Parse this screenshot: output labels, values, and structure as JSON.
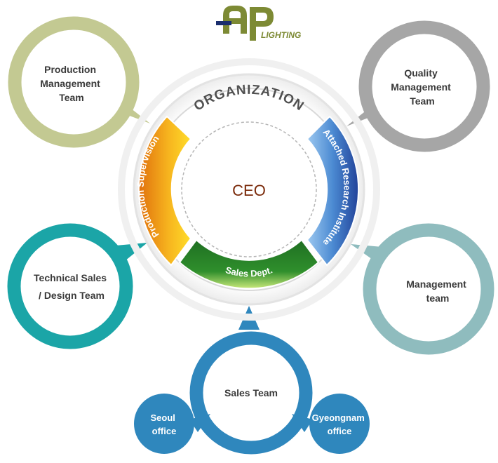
{
  "logo": {
    "mark": "AP",
    "word": "LIGHTING",
    "colors": {
      "mark": "#7d8a34",
      "accent": "#1a2e6e"
    }
  },
  "center": {
    "title": "ORGANIZATION",
    "ceo": "CEO",
    "arcs": {
      "left": "Production Supervision",
      "right": "Attached Research Institute",
      "bottom": "Sales Dept."
    }
  },
  "bubbles": {
    "production": {
      "lines": [
        "Production",
        "Management",
        "Team"
      ],
      "color": "#c3c992"
    },
    "quality": {
      "lines": [
        "Quality",
        "Management",
        "Team"
      ],
      "color": "#a6a6a6"
    },
    "technical": {
      "lines": [
        "Technical Sales",
        "/ Design Team"
      ],
      "color": "#1ba5a7"
    },
    "management": {
      "lines": [
        "Management",
        "team"
      ],
      "color": "#8fbcbe"
    },
    "sales": {
      "lines": [
        "Sales Team"
      ],
      "color": "#2f87bd"
    }
  },
  "offices": {
    "seoul": {
      "lines": [
        "Seoul",
        "office"
      ]
    },
    "gyeongnam": {
      "lines": [
        "Gyeongnam",
        "office"
      ]
    }
  },
  "colors": {
    "ring": "#e9e9e9",
    "production_arc": "#f0a31c",
    "research_arc": "#3d7fc8",
    "sales_arc": "#2f8a2c",
    "ceo_text": "#7a2a0a",
    "title_text": "#505050",
    "bubble_text": "#3a3a3a"
  }
}
